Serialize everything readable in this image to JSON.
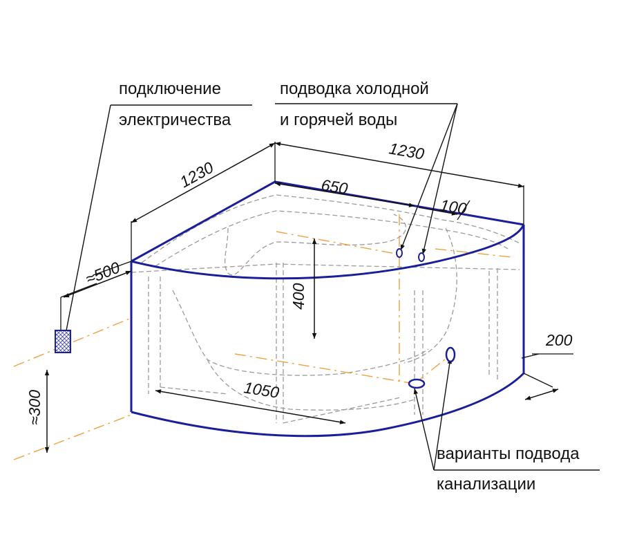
{
  "labels": {
    "electricity": [
      "подключение",
      "электричества"
    ],
    "water": [
      "подводка холодной",
      "и горячей воды"
    ],
    "drain": [
      "варианты подвода",
      "канализации"
    ]
  },
  "dimensions": {
    "side_left": "1230",
    "side_right": "1230",
    "inner_650": "650",
    "offset_100": "100",
    "approx_500": "≈500",
    "height_400": "400",
    "approx_300": "≈300",
    "length_1050": "1050",
    "offset_200": "200"
  },
  "colors": {
    "outline": "#1b1e9a",
    "hidden": "#9a9a9a",
    "axis": "#f0a040",
    "ink": "#111111"
  }
}
